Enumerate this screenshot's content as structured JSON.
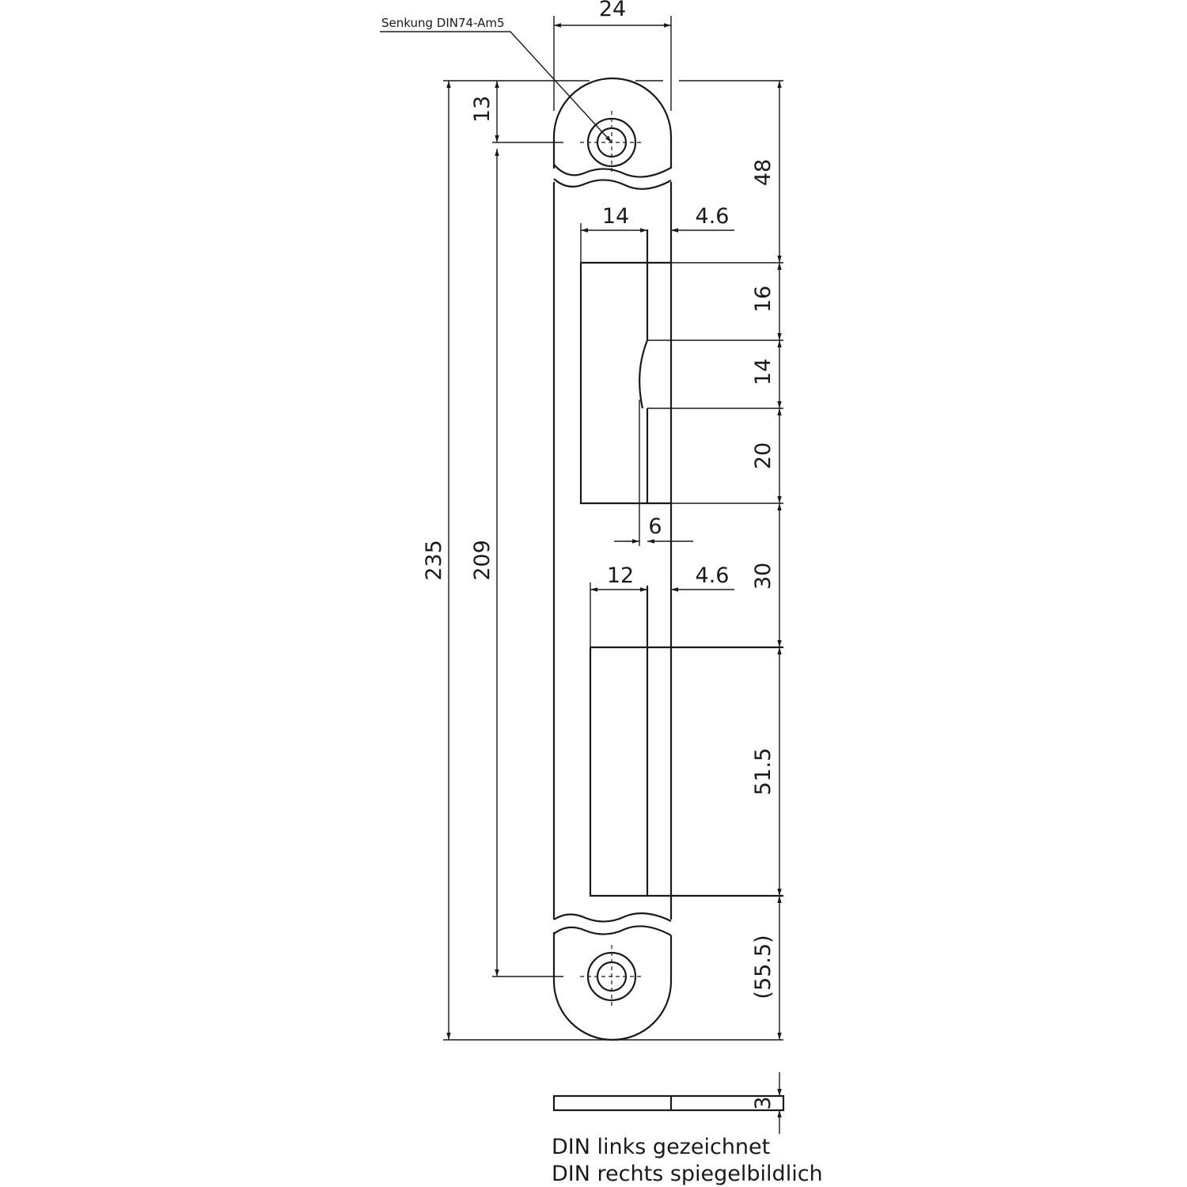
{
  "note": {
    "countersink": "Senkung DIN74-Am5"
  },
  "dimensions": {
    "plate_width": "24",
    "overall_length": "235",
    "hole_spacing": "209",
    "top_offset": "13",
    "d48": "48",
    "d16": "16",
    "d14v": "14",
    "d20": "20",
    "d30": "30",
    "d51_5": "51.5",
    "d55_5": "(55.5)",
    "thickness": "3",
    "upper_cut_width": "14",
    "upper_offset": "4.6",
    "lower_cut_width": "12",
    "lower_offset": "4.6",
    "gap": "6"
  },
  "caption": {
    "line1": "DIN links gezeichnet",
    "line2": "DIN rechts spiegelbildlich"
  }
}
